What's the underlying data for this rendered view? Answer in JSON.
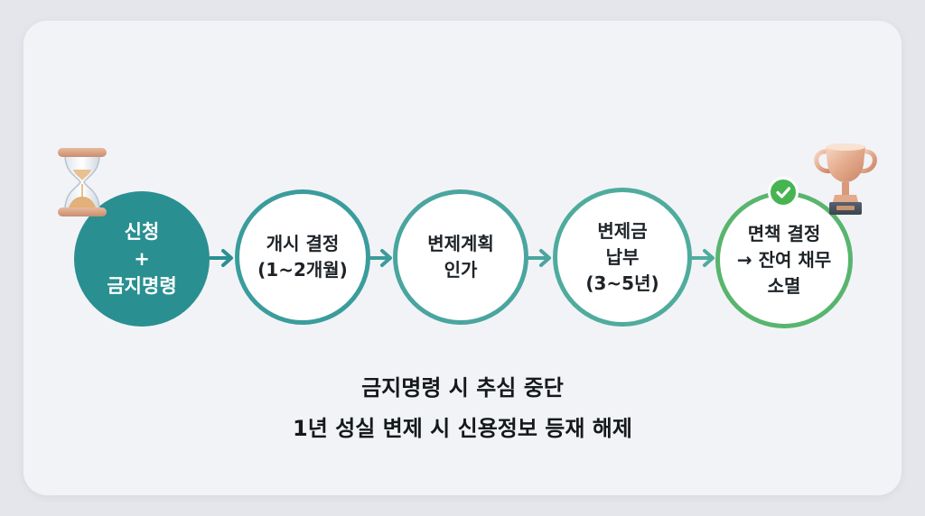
{
  "flow": {
    "steps": [
      {
        "lines": [
          "신청",
          "+",
          "금지명령"
        ],
        "icon": "hourglass-icon"
      },
      {
        "lines": [
          "개시 결정",
          "(1~2개월)"
        ]
      },
      {
        "lines": [
          "변제계획",
          "인가"
        ]
      },
      {
        "lines": [
          "변제금",
          "납부",
          "(3~5년)"
        ]
      },
      {
        "lines": [
          "면책 결정",
          "→ 잔여 채무",
          "소멸"
        ],
        "icon": "trophy-icon",
        "badge": "check-icon"
      }
    ]
  },
  "notes": {
    "line1": "금지명령 시 추심 중단",
    "line2": "1년 성실 변제 시 신용정보 등재 해제"
  },
  "colors": {
    "primary_teal": "#2a8f91",
    "success_green": "#47b452",
    "background": "#f2f3f7"
  }
}
